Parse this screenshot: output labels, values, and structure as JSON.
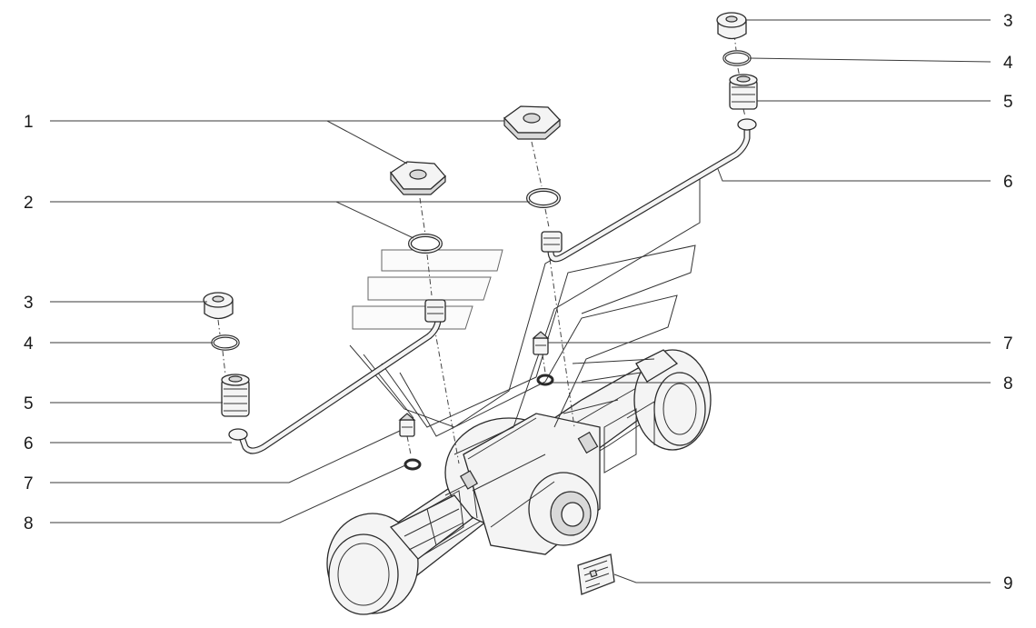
{
  "callouts_left": [
    {
      "number": "1"
    },
    {
      "number": "2"
    },
    {
      "number": "3"
    },
    {
      "number": "4"
    },
    {
      "number": "5"
    },
    {
      "number": "6"
    },
    {
      "number": "7"
    },
    {
      "number": "8"
    }
  ],
  "callouts_right": [
    {
      "number": "3"
    },
    {
      "number": "4"
    },
    {
      "number": "5"
    },
    {
      "number": "6"
    },
    {
      "number": "7"
    },
    {
      "number": "8"
    },
    {
      "number": "9"
    }
  ],
  "colors": {
    "line": "#2a2a2a",
    "fill": "#f4f4f4",
    "background": "#ffffff"
  },
  "parts": [
    {
      "ref": "1",
      "icon": "hex-nut-icon"
    },
    {
      "ref": "2",
      "icon": "o-ring-icon"
    },
    {
      "ref": "3",
      "icon": "plug-cap-icon"
    },
    {
      "ref": "4",
      "icon": "seal-ring-icon"
    },
    {
      "ref": "5",
      "icon": "threaded-fitting-icon"
    },
    {
      "ref": "6",
      "icon": "breather-tube-icon"
    },
    {
      "ref": "7",
      "icon": "breather-valve-icon"
    },
    {
      "ref": "8",
      "icon": "washer-icon"
    },
    {
      "ref": "9",
      "icon": "nameplate-icon"
    }
  ]
}
